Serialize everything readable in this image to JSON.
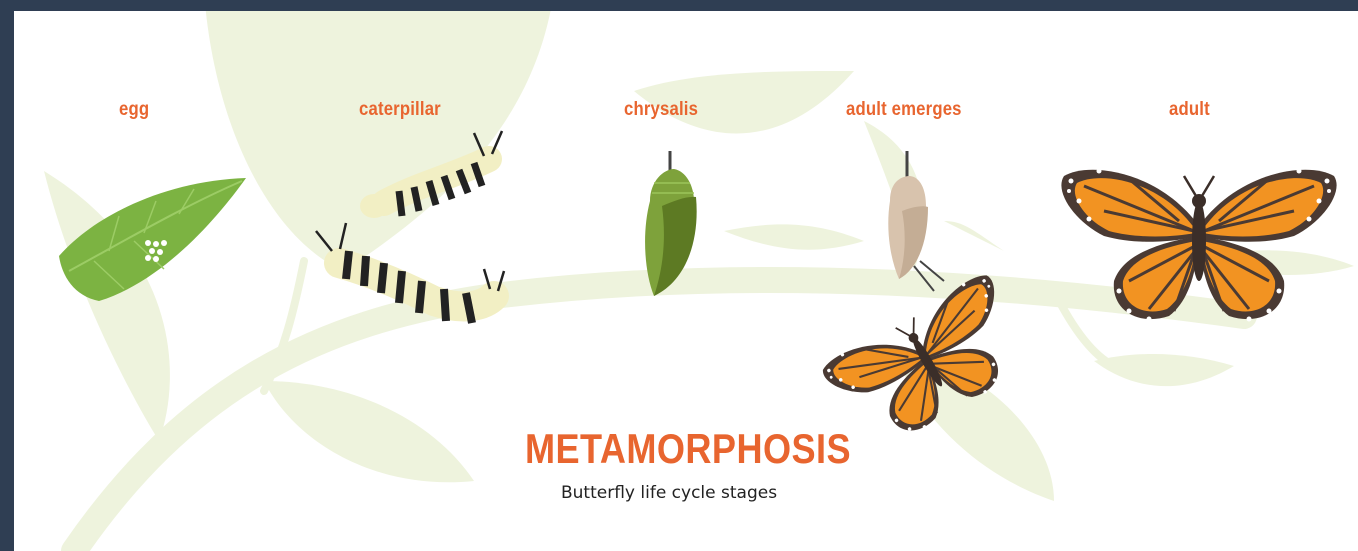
{
  "stages": [
    {
      "label": "egg"
    },
    {
      "label": "caterpillar"
    },
    {
      "label": "chrysalis"
    },
    {
      "label": "adult emerges"
    },
    {
      "label": "adult"
    }
  ],
  "title": "METAMORPHOSIS",
  "subtitle": "Butterfly life cycle stages",
  "colors": {
    "accent": "#e8652f",
    "frame": "#2f3e53",
    "leaf_background": "#eef3dd",
    "leaf_green": "#7cb342",
    "chrysalis_green": "#5d7a23",
    "wing_orange": "#f29322",
    "wing_border": "#4a3a33"
  }
}
